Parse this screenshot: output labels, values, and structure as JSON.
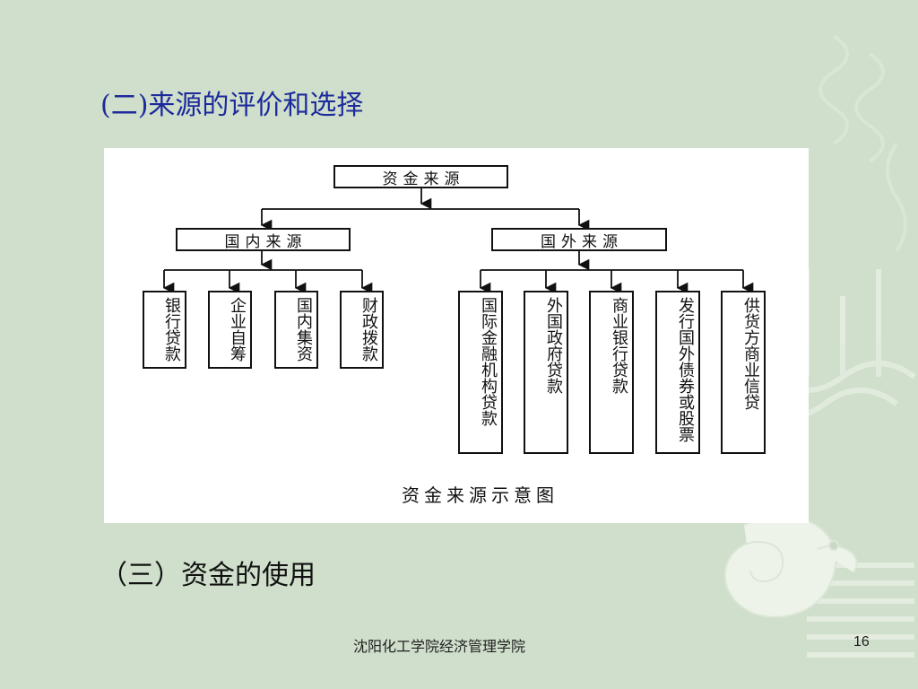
{
  "slide": {
    "title": "(二)来源的评价和选择",
    "subtitle": "（三）资金的使用",
    "footer": "沈阳化工学院经济管理学院",
    "page_number": "16"
  },
  "diagram": {
    "root": "资金来源",
    "branches": [
      {
        "label": "国内来源",
        "children": [
          "银行贷款",
          "企业自筹",
          "国内集资",
          "财政拨款"
        ]
      },
      {
        "label": "国外来源",
        "children": [
          "国际金融机构贷款",
          "外国政府贷款",
          "商业银行贷款",
          "发行国外债券或股票",
          "供货方商业信贷"
        ]
      }
    ],
    "caption": "资金来源示意图"
  },
  "colors": {
    "background": "#cfdfcb",
    "title": "#1c2a9c",
    "decoration": "#eef3ea"
  }
}
